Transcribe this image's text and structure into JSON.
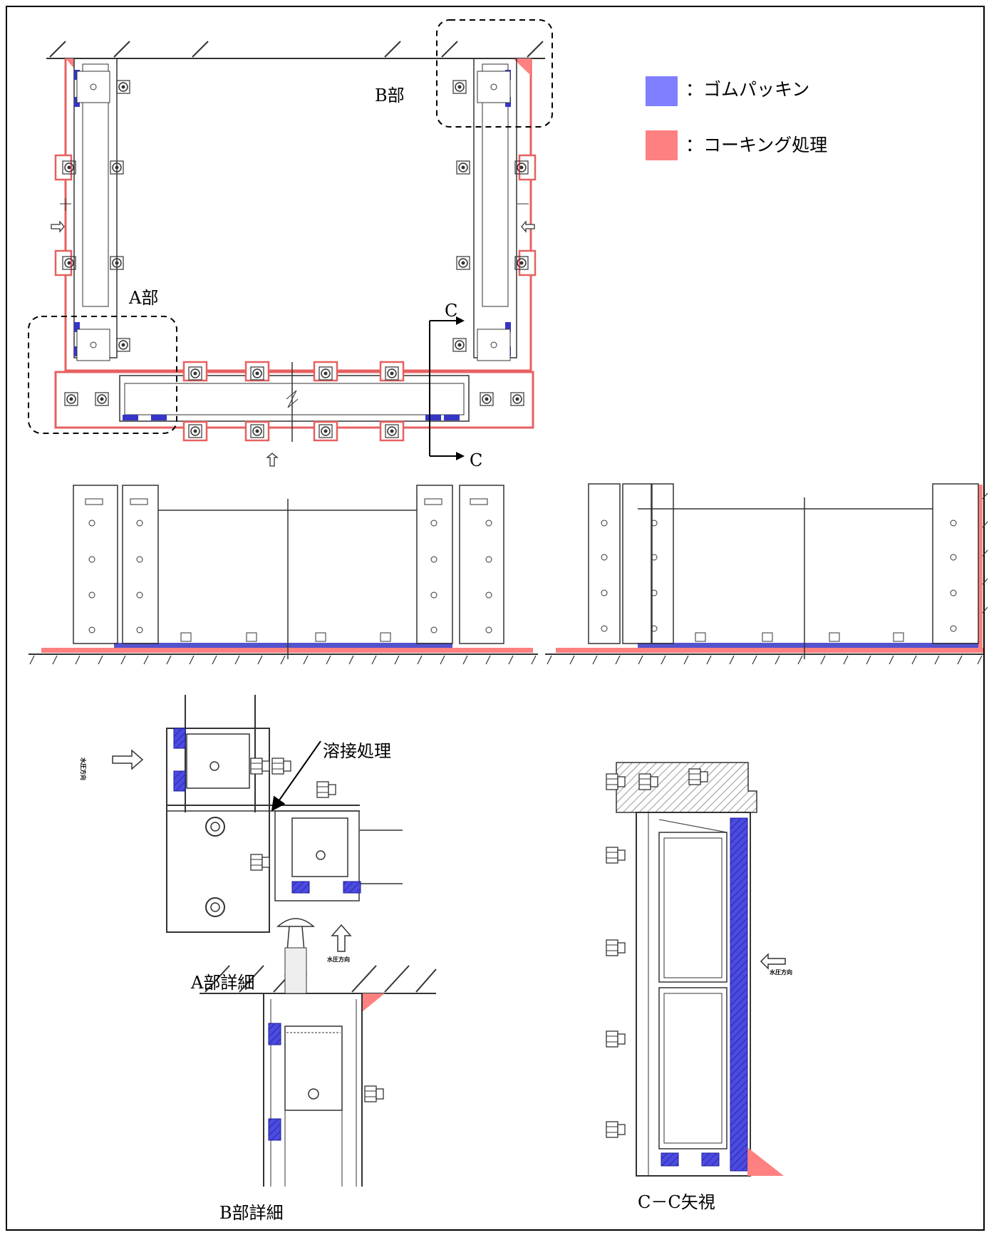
{
  "colors": {
    "rubber_packing": "#7f7fff",
    "caulking": "#ff8080",
    "rubber_dark": "#3535c8",
    "caulk_line": "#e76060",
    "line": "#2a2a2a"
  },
  "legend": [
    {
      "color": "#7f7fff",
      "label": "：ゴムパッキン"
    },
    {
      "color": "#ff8080",
      "label": "：コーキング処理"
    }
  ],
  "plan_view": {
    "part_a_label": "A部",
    "part_b_label": "B部",
    "section_mark_top": "C",
    "section_mark_bottom": "C"
  },
  "detail_a": {
    "caption": "A部詳細",
    "weld_note": "溶接処理",
    "pressure_label": "水圧方向"
  },
  "detail_b": {
    "caption": "B部詳細"
  },
  "section_cc": {
    "caption": "C－C矢視",
    "pressure_label": "水圧方向"
  }
}
